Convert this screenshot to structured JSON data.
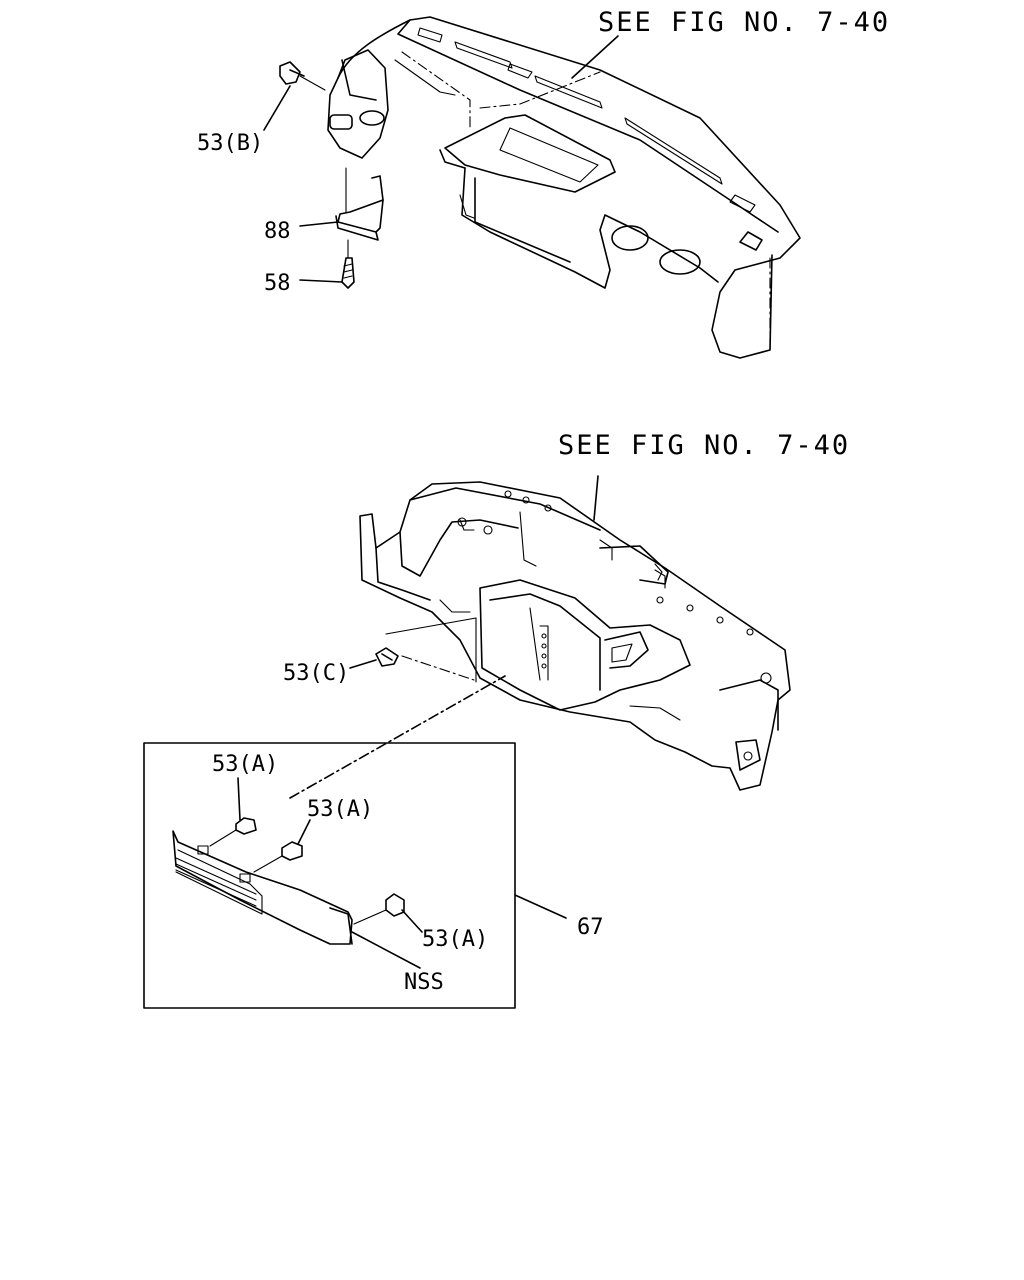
{
  "callouts": {
    "see_fig_top": "SEE FIG NO. 7-40",
    "see_fig_bottom": "SEE FIG NO. 7-40",
    "part_53b": "53(B)",
    "part_88": "88",
    "part_58": "58",
    "part_53c": "53(C)",
    "part_53a_1": "53(A)",
    "part_53a_2": "53(A)",
    "part_53a_3": "53(A)",
    "part_67": "67",
    "part_nss": "NSS"
  }
}
